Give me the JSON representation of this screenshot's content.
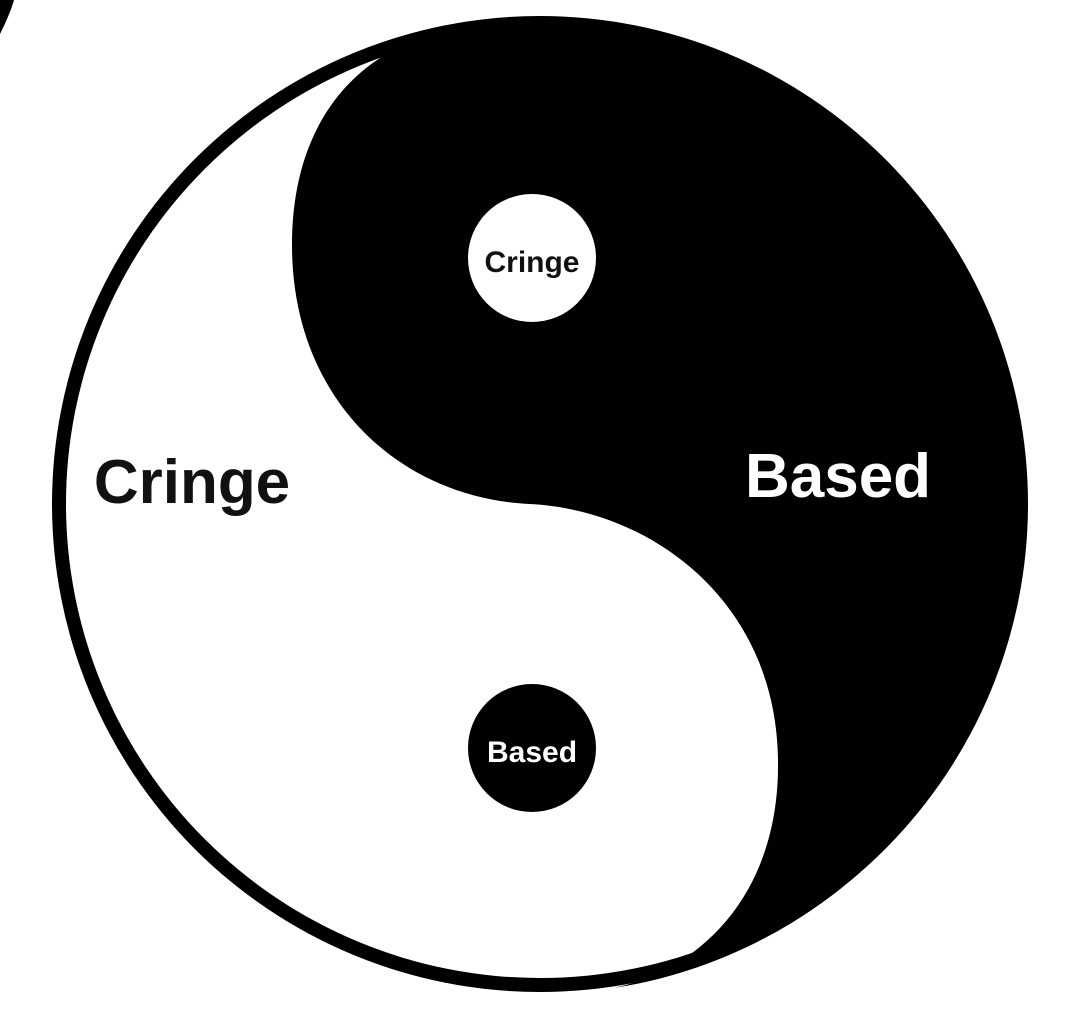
{
  "yin_side": {
    "label": "Cringe",
    "dot_label": "Based"
  },
  "yang_side": {
    "label": "Based",
    "dot_label": "Cringe"
  },
  "colors": {
    "background": "#ffffff",
    "dark": "#000000",
    "light": "#ffffff"
  }
}
